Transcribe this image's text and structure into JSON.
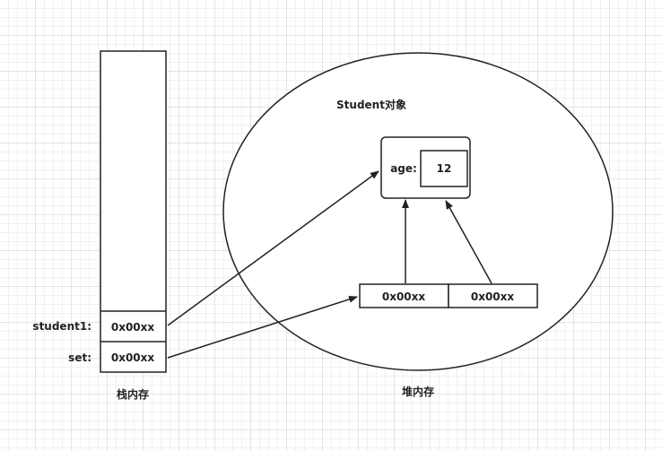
{
  "stack": {
    "caption": "栈内存",
    "rows": [
      {
        "label": "student1:",
        "value": "0x00xx"
      },
      {
        "label": "set:",
        "value": "0x00xx"
      }
    ]
  },
  "heap": {
    "caption": "堆内存",
    "object_title": "Student对象",
    "field_label": "age:",
    "field_value": "12",
    "refs": [
      "0x00xx",
      "0x00xx"
    ]
  },
  "colors": {
    "stroke": "#222222",
    "fill": "#ffffff",
    "grid": "#e4e4e4"
  }
}
